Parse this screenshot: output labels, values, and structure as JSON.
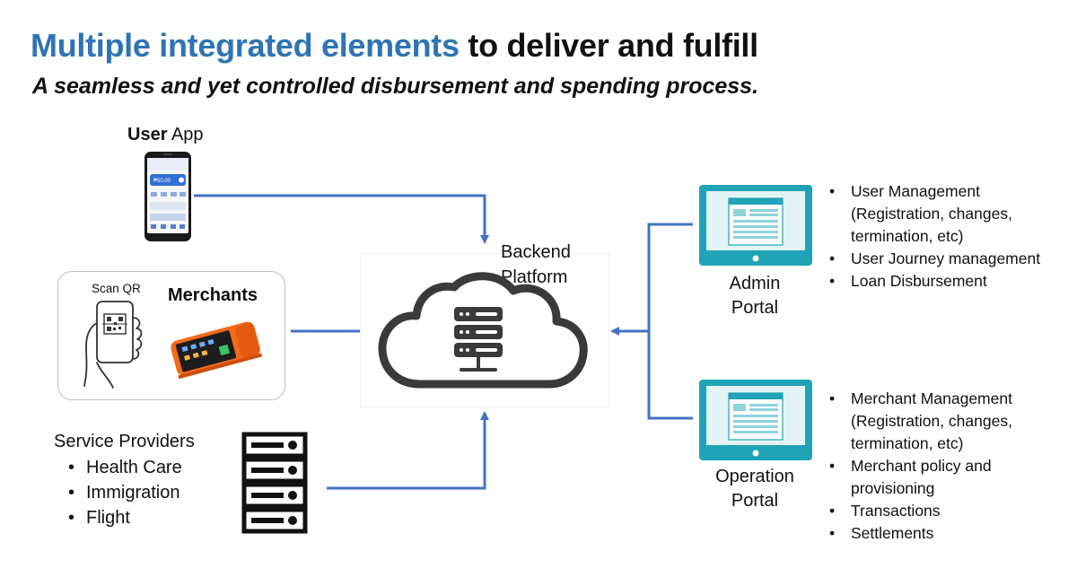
{
  "title": {
    "highlight": "Multiple integrated elements",
    "rest": " to deliver and fulfill"
  },
  "subtitle": "A seamless and yet controlled disbursement and spending process.",
  "user_app": {
    "label_bold": "User",
    "label_rest": " App",
    "phone_balance": "₱50.00"
  },
  "merchants": {
    "label": "Merchants",
    "scan_label": "Scan QR"
  },
  "service_providers": {
    "title": "Service Providers",
    "items": [
      "Health Care",
      "Immigration",
      "Flight"
    ]
  },
  "backend": {
    "line1": "Backend",
    "line2": "Platform"
  },
  "admin_portal": {
    "line1": "Admin",
    "line2": "Portal",
    "items": [
      "User Management (Registration, changes, termination, etc)",
      "User Journey management",
      "Loan Disbursement"
    ]
  },
  "operation_portal": {
    "line1": "Operation",
    "line2": "Portal",
    "items": [
      "Merchant Management (Registration, changes, termination, etc)",
      "Merchant policy and provisioning",
      "Transactions",
      "Settlements"
    ]
  },
  "colors": {
    "accent_blue": "#2e74b5",
    "arrow_blue": "#4472c4",
    "monitor_teal": "#1fa3b5",
    "cloud_gray": "#3a3a3a"
  }
}
